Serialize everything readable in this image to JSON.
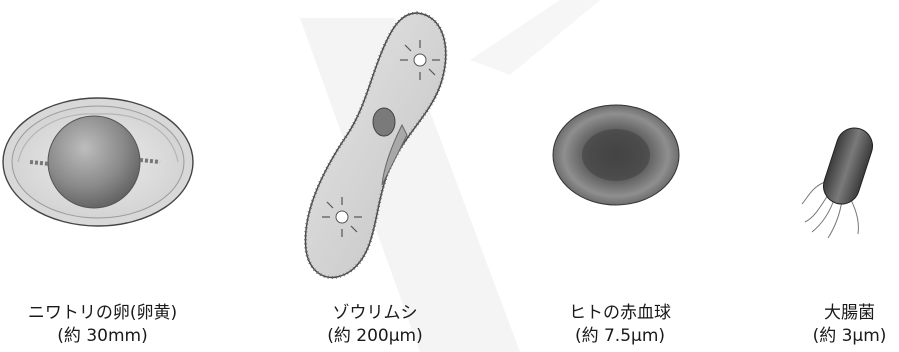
{
  "specimens": [
    {
      "name": "ニワトリの卵(卵黄)",
      "size": "(約 30mm)",
      "icon": "chicken-egg-illustration"
    },
    {
      "name": "ゾウリムシ",
      "size": "(約 200μm)",
      "icon": "paramecium-illustration"
    },
    {
      "name": "ヒトの赤血球",
      "size": "(約 7.5μm)",
      "icon": "red-blood-cell-illustration"
    },
    {
      "name": "大腸菌",
      "size": "(約 3μm)",
      "icon": "e-coli-illustration"
    }
  ]
}
